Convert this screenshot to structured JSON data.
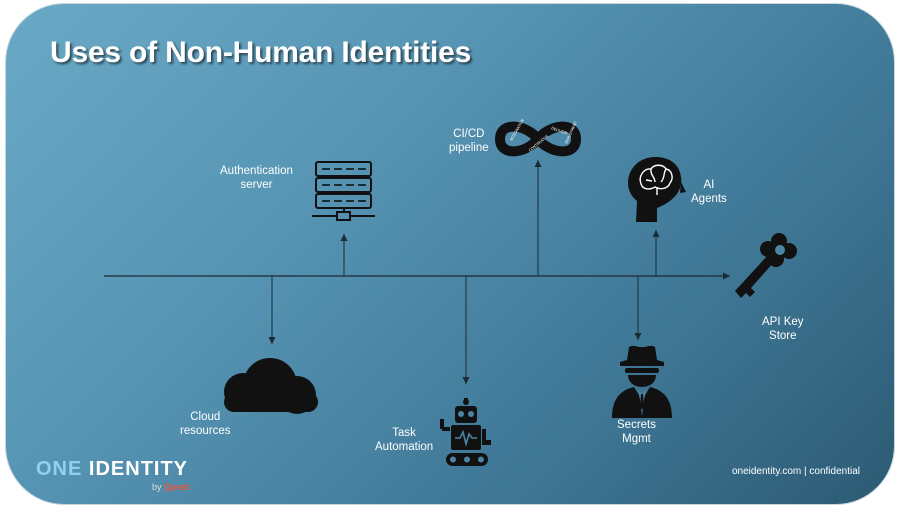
{
  "title": "Uses of Non-Human Identities",
  "nodes": {
    "cicd": "CI/CD\npipeline",
    "auth": "Authentication\nserver",
    "ai": "AI\nAgents",
    "apikey": "API Key\nStore",
    "cloud": "Cloud\nresources",
    "task": "Task\nAutomation",
    "secrets": "Secrets\nMgmt"
  },
  "infinity_words": [
    "INTEGRATION",
    "CONTINUOUS",
    "DELIVERY",
    "DEPLOYMENT"
  ],
  "footer": "oneidentity.com | confidential",
  "logo": {
    "one": "ONE",
    "identity": "IDENTITY",
    "by": "by",
    "brand": "Quest"
  },
  "colors": {
    "background_light": "#6aa9c6",
    "background_dark": "#2c5a73",
    "icon": "#111111",
    "quest": "#f0553b"
  }
}
